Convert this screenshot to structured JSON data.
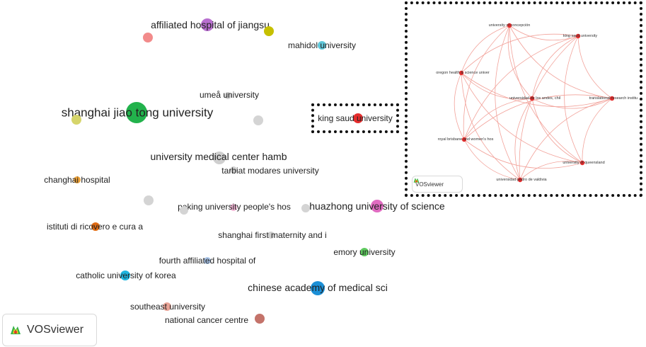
{
  "main_map": {
    "nodes": [
      {
        "key": "affiliated-hospital-of-jiangsu",
        "label": "affiliated hospital of jiangsu",
        "color": "#b86fcf"
      },
      {
        "key": "mahidol-university",
        "label": "mahidol university",
        "color": "#5fc7d9"
      },
      {
        "key": "umea-university",
        "label": "umeå university",
        "color": "#cfcfcf"
      },
      {
        "key": "shanghai-jiao-tong-university",
        "label": "shanghai jiao tong university",
        "color": "#22b24c"
      },
      {
        "key": "king-saud-university",
        "label": "king saud university",
        "color": "#e52d2d"
      },
      {
        "key": "university-medical-center-hamb",
        "label": "university medical center hamb",
        "color": "#cfcfcf"
      },
      {
        "key": "tarbiat-modares-university",
        "label": "tarbiat modares university",
        "color": "#cfcfcf"
      },
      {
        "key": "changhai-hospital",
        "label": "changhai hospital",
        "color": "#f0a43a"
      },
      {
        "key": "peking-university-peoples-hos",
        "label": "peking university people's hos",
        "color": "#f2b6d5"
      },
      {
        "key": "huazhong-university-of-science",
        "label": "huazhong university of science",
        "color": "#e06bc1"
      },
      {
        "key": "istituti-di-ricovero-e-cura-a",
        "label": "istituti di ricovero e cura a",
        "color": "#e06b12"
      },
      {
        "key": "shanghai-first-maternity-and-i",
        "label": "shanghai first maternity and i",
        "color": "#cfcfcf"
      },
      {
        "key": "emory-university",
        "label": "emory university",
        "color": "#5ec95e"
      },
      {
        "key": "fourth-affiliated-hospital-of",
        "label": "fourth affiliated hospital of",
        "color": "#a9c4e8"
      },
      {
        "key": "catholic-university-of-korea",
        "label": "catholic university of korea",
        "color": "#1fb6e0"
      },
      {
        "key": "chinese-academy-of-medical-sci",
        "label": "chinese academy of medical sci",
        "color": "#1b8fd6"
      },
      {
        "key": "southeast-university",
        "label": "southeast university",
        "color": "#e8a396"
      },
      {
        "key": "national-cancer-centre",
        "label": "national cancer centre",
        "color": "#c4736a"
      },
      {
        "key": "unlabeled-olive",
        "label": "",
        "color": "#c6c000"
      },
      {
        "key": "unlabeled-pink",
        "label": "",
        "color": "#f28b8b"
      },
      {
        "key": "unlabeled-yellow-green",
        "label": "",
        "color": "#d6d56b"
      },
      {
        "key": "unlabeled-gray-1",
        "label": "",
        "color": "#d4d4d4"
      },
      {
        "key": "unlabeled-gray-2",
        "label": "",
        "color": "#d4d4d4"
      },
      {
        "key": "unlabeled-gray-3",
        "label": "",
        "color": "#d4d4d4"
      },
      {
        "key": "unlabeled-gray-4",
        "label": "",
        "color": "#d4d4d4"
      }
    ],
    "logo_text": "VOSviewer"
  },
  "inset": {
    "nodes": [
      {
        "key": "university-of-concepcion",
        "label": "university of concepción"
      },
      {
        "key": "king-saud-university",
        "label": "king saud university"
      },
      {
        "key": "oregon-health-science-univer",
        "label": "oregon health & science univer"
      },
      {
        "key": "universidad-de-los-andes-chil",
        "label": "universidad de los andes, chil"
      },
      {
        "key": "translational-research-instit",
        "label": "translational research institu"
      },
      {
        "key": "royal-brisbane-and-womens-hos",
        "label": "royal brisbane and women's hos"
      },
      {
        "key": "university-of-queensland",
        "label": "university of queensland"
      },
      {
        "key": "universidad-pedro-de-valdivia",
        "label": "universidad pedro de valdivia"
      }
    ],
    "edge_color": "#f2a29a",
    "node_color": "#e52d2d",
    "logo_text": "VOSviewer"
  }
}
